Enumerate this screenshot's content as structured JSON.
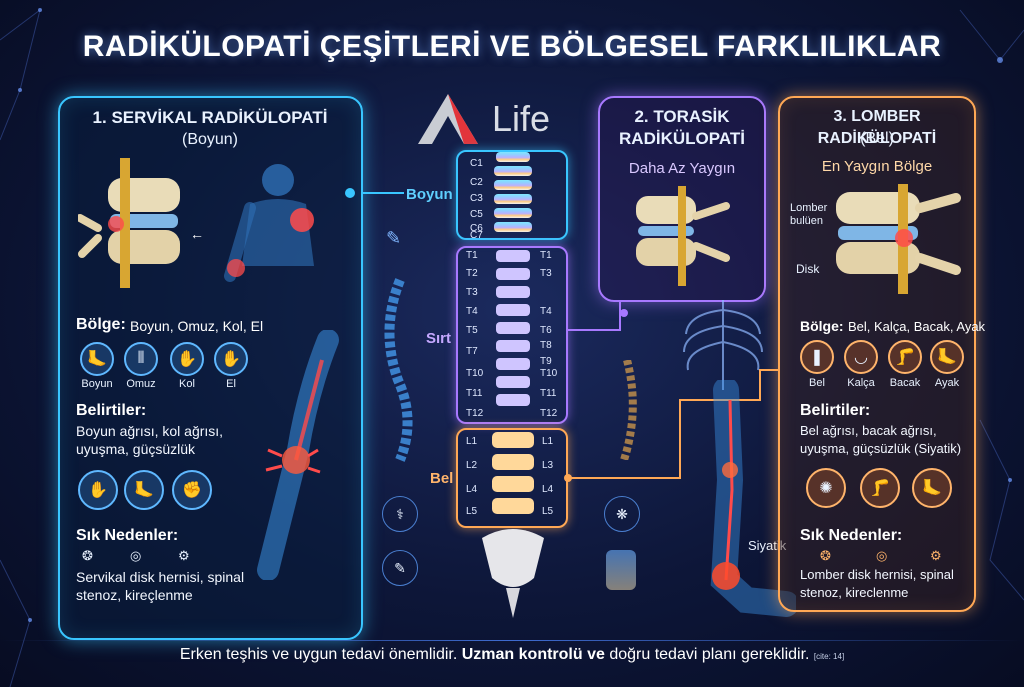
{
  "title": "RADİKÜLOPATİ ÇEŞİTLERİ VE BÖLGESEL FARKLILIKLAR",
  "logo": {
    "text": "Life"
  },
  "cervical": {
    "heading": "1. SERVİKAL RADİKÜLOPATİ",
    "subtitle": "(Boyun)",
    "region_label": "Bölge:",
    "region_value": "Boyun, Omuz, Kol, El",
    "region_icons": [
      {
        "label": "Boyun",
        "icon": "neck-icon"
      },
      {
        "label": "Omuz",
        "icon": "shoulder-icon"
      },
      {
        "label": "Kol",
        "icon": "arm-icon"
      },
      {
        "label": "El",
        "icon": "hand-icon"
      }
    ],
    "symptoms_label": "Belirtiler:",
    "symptoms_text": "Boyun ağrısı, kol ağrısı, uyuşma, güçsüzlük",
    "causes_label": "Sık Nedenler:",
    "causes_text": "Servikal disk hernisi, spinal stenoz, kireçlenme"
  },
  "thoracic": {
    "heading": "2. TORASİK RADİKÜLOPATİ",
    "subtitle": "Daha Az Yaygın"
  },
  "lumbar": {
    "heading": "3. LOMBER RADİKÜLOPATİ",
    "subtitle_paren": "(Bel)",
    "subtitle": "En Yaygın Bölge",
    "disc_bulge_label": "Lomber bulüen",
    "disc_label": "Disk",
    "region_label": "Bölge:",
    "region_value": "Bel, Kalça, Bacak, Ayak",
    "region_icons": [
      {
        "label": "Bel",
        "icon": "lower-back-icon"
      },
      {
        "label": "Kalça",
        "icon": "hip-icon"
      },
      {
        "label": "Bacak",
        "icon": "leg-icon"
      },
      {
        "label": "Ayak",
        "icon": "foot-icon"
      }
    ],
    "symptoms_label": "Belirtiler:",
    "symptoms_text": "Bel ağrısı, bacak ağrısı, uyuşma, güçsüzlük (Siyatik)",
    "causes_label": "Sık Nedenler:",
    "causes_text": "Lomber disk hernisi, spinal stenoz, kireclenme",
    "sciatica_label": "Siyatik"
  },
  "spine": {
    "region_neck": "Boyun",
    "region_back": "Sırt",
    "region_lower": "Bel",
    "cervical_segments": [
      "C1",
      "C2",
      "C3",
      "C5",
      "C6",
      "C7"
    ],
    "thoracic_left": [
      "T1",
      "T2",
      "T3",
      "T4",
      "T5",
      "T7",
      "T10",
      "T11",
      "T12"
    ],
    "thoracic_right": [
      "T1",
      "T3",
      "T4",
      "T6",
      "T8",
      "T9",
      "T10",
      "T11",
      "T12"
    ],
    "lumbar_left": [
      "L1",
      "L2",
      "L4",
      "L5"
    ],
    "lumbar_right": [
      "L1",
      "L3",
      "L4",
      "L5"
    ]
  },
  "footer": {
    "text_part1": "Erken teşhis ve uygun tedavi önemlidir. ",
    "text_bold": "Uzman kontrolü ve",
    "text_part2": " doğru tedavi planı gereklidir.",
    "cite": "[cite: 14]"
  },
  "colors": {
    "cervical": "#39c6ff",
    "thoracic": "#a879ff",
    "lumbar": "#ffa855"
  }
}
